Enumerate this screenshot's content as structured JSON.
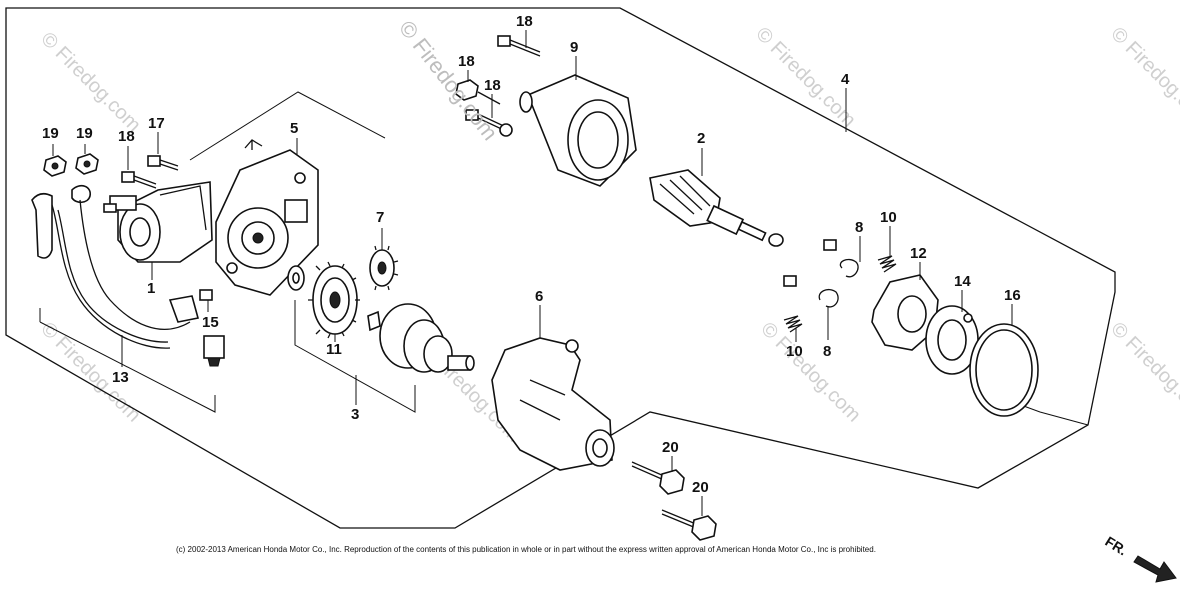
{
  "callouts": {
    "c1": "1",
    "c2": "2",
    "c3": "3",
    "c4": "4",
    "c5": "5",
    "c6": "6",
    "c7": "7",
    "c8a": "8",
    "c8b": "8",
    "c9": "9",
    "c10a": "10",
    "c10b": "10",
    "c11": "11",
    "c12": "12",
    "c13": "13",
    "c14": "14",
    "c15": "15",
    "c16": "16",
    "c17": "17",
    "c18a": "18",
    "c18b": "18",
    "c18c": "18",
    "c18d": "18",
    "c19a": "19",
    "c19b": "19",
    "c20a": "20",
    "c20b": "20"
  },
  "watermark": {
    "main": "© Firedog.com",
    "tile": "© Firedog.com"
  },
  "copyright": "(c) 2002-2013 American Honda Motor Co., Inc. Reproduction of the contents of this publication in whole or in part without the express written approval of American Honda Motor Co., Inc is prohibited.",
  "direction": {
    "label": "FR."
  }
}
